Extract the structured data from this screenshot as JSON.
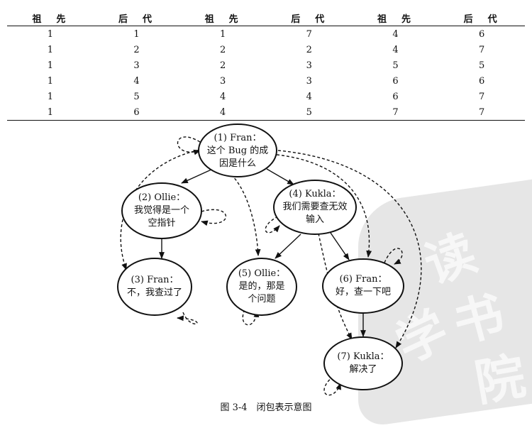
{
  "table": {
    "headers": [
      "祖　先",
      "后　代",
      "祖　先",
      "后　代",
      "祖　先",
      "后　代"
    ],
    "rows": [
      [
        "1",
        "1",
        "1",
        "7",
        "4",
        "6"
      ],
      [
        "1",
        "2",
        "2",
        "2",
        "4",
        "7"
      ],
      [
        "1",
        "3",
        "2",
        "3",
        "5",
        "5"
      ],
      [
        "1",
        "4",
        "3",
        "3",
        "6",
        "6"
      ],
      [
        "1",
        "5",
        "4",
        "4",
        "6",
        "7"
      ],
      [
        "1",
        "6",
        "4",
        "5",
        "7",
        "7"
      ]
    ]
  },
  "diagram": {
    "nodes": [
      {
        "id": 1,
        "lines": [
          "(1) Fran：",
          "这个 Bug 的成",
          "因是什么"
        ]
      },
      {
        "id": 2,
        "lines": [
          "(2) Ollie：",
          "我觉得是一个",
          "空指针"
        ]
      },
      {
        "id": 3,
        "lines": [
          "(3) Fran：",
          "不，我查过了"
        ]
      },
      {
        "id": 4,
        "lines": [
          "(4) Kukla：",
          "我们需要查无效",
          "输入"
        ]
      },
      {
        "id": 5,
        "lines": [
          "(5) Ollie：",
          "是的，那是",
          "个问题"
        ]
      },
      {
        "id": 6,
        "lines": [
          "(6) Fran：",
          "好，查一下吧"
        ]
      },
      {
        "id": 7,
        "lines": [
          "(7) Kukla：",
          "解决了"
        ]
      }
    ],
    "edges": [
      {
        "from": 1,
        "to": 2,
        "style": "solid"
      },
      {
        "from": 1,
        "to": 4,
        "style": "solid"
      },
      {
        "from": 2,
        "to": 3,
        "style": "solid"
      },
      {
        "from": 4,
        "to": 5,
        "style": "solid"
      },
      {
        "from": 4,
        "to": 6,
        "style": "solid"
      },
      {
        "from": 6,
        "to": 7,
        "style": "solid"
      },
      {
        "from": 1,
        "to": 3,
        "style": "dashed"
      },
      {
        "from": 1,
        "to": 5,
        "style": "dashed"
      },
      {
        "from": 1,
        "to": 6,
        "style": "dashed"
      },
      {
        "from": 1,
        "to": 7,
        "style": "dashed"
      },
      {
        "from": 4,
        "to": 7,
        "style": "dashed"
      },
      {
        "from": 1,
        "to": 1,
        "style": "dashed"
      },
      {
        "from": 2,
        "to": 2,
        "style": "dashed"
      },
      {
        "from": 3,
        "to": 3,
        "style": "dashed"
      },
      {
        "from": 4,
        "to": 4,
        "style": "dashed"
      },
      {
        "from": 5,
        "to": 5,
        "style": "dashed"
      },
      {
        "from": 6,
        "to": 6,
        "style": "dashed"
      },
      {
        "from": 7,
        "to": 7,
        "style": "dashed"
      }
    ]
  },
  "caption": "图 3-4　闭包表示意图",
  "watermark": {
    "chars": [
      "读",
      "书",
      "学",
      "院"
    ],
    "color": "#e6e6e6"
  }
}
